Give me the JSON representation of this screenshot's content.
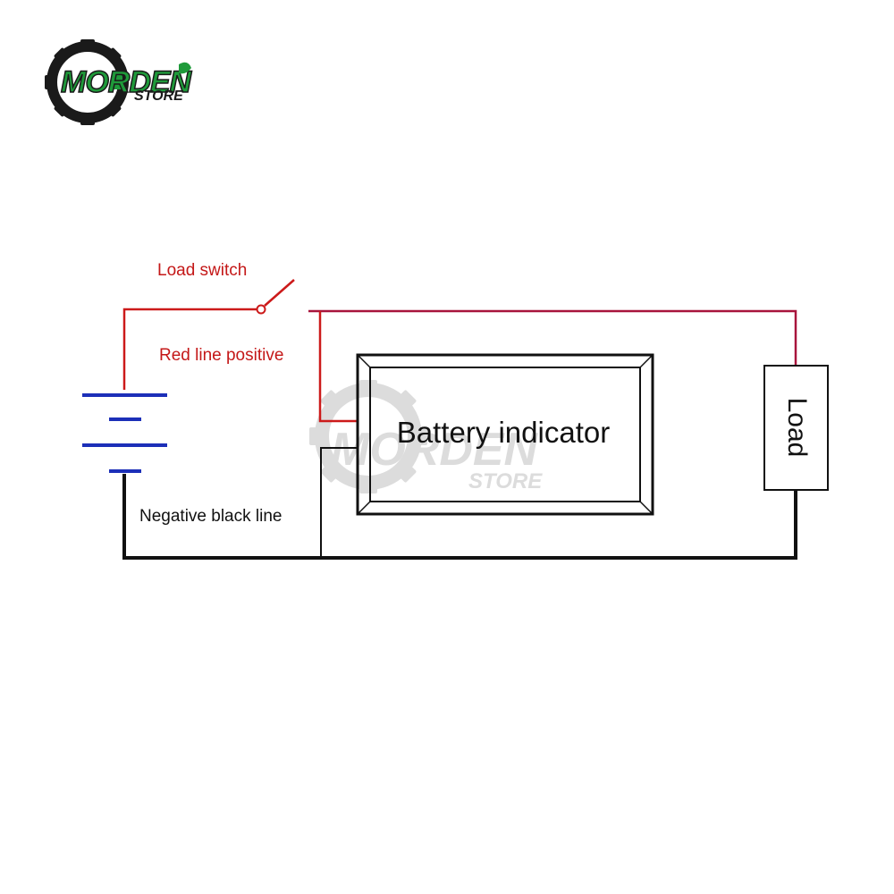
{
  "logo": {
    "brand": "MORDEN",
    "sub": "STORE"
  },
  "watermark": {
    "brand": "MORDEN",
    "sub": "STORE"
  },
  "labels": {
    "load_switch": "Load switch",
    "red_line_positive": "Red line positive",
    "negative_black_line": "Negative black line",
    "battery_indicator": "Battery indicator",
    "load": "Load"
  },
  "colors": {
    "positive_wire": "#cc1a1a",
    "positive_label": "#c41818",
    "negative_wire": "#111111",
    "battery_plate": "#1c2fb8",
    "text": "#111111",
    "logo_green": "#1f9a3a",
    "logo_dark": "#1a1a1a",
    "watermark": "#d6d6d6"
  },
  "icons": {
    "logo_gear": "gear-icon",
    "logo_leaf": "recycle-leaf-icon",
    "watermark_gear": "gear-icon"
  }
}
